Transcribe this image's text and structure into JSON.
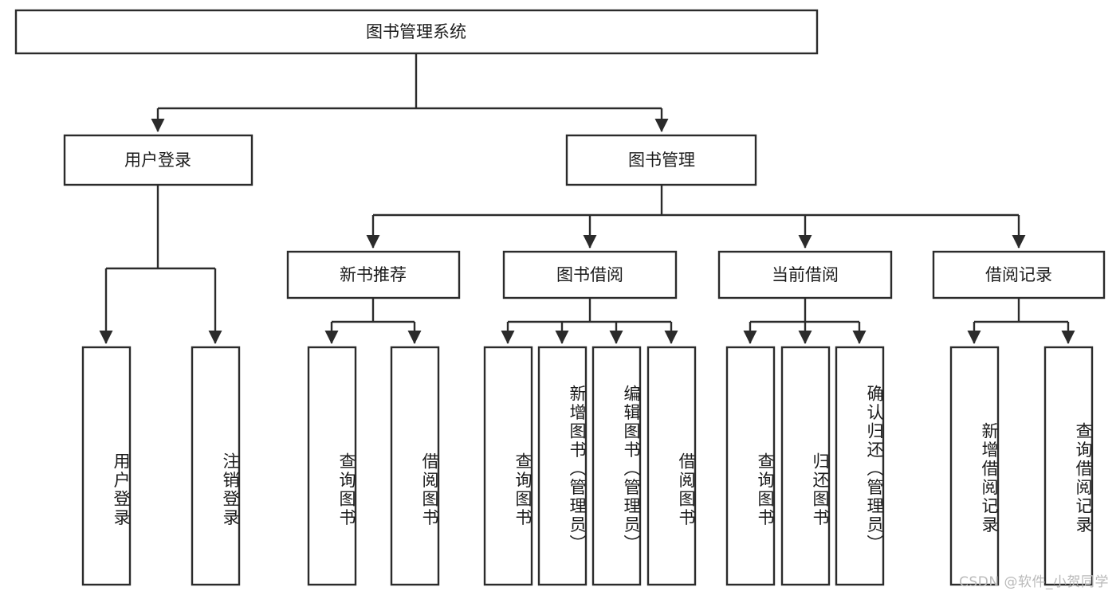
{
  "diagram": {
    "type": "tree-hierarchy",
    "title": "图书管理系统",
    "orientation": "top-down",
    "watermark": "CSDN @软件_小贺同学",
    "colors": {
      "stroke": "#2b2b2b",
      "fill": "#ffffff",
      "text": "#1b1b1b",
      "watermark": "#b9b9b9"
    },
    "root": {
      "id": "root",
      "label": "图书管理系统"
    },
    "level2": [
      {
        "id": "user-login",
        "label": "用户登录"
      },
      {
        "id": "book-manage",
        "label": "图书管理"
      }
    ],
    "level3": [
      {
        "id": "new-book-recommend",
        "label": "新书推荐",
        "parent": "book-manage"
      },
      {
        "id": "book-borrow",
        "label": "图书借阅",
        "parent": "book-manage"
      },
      {
        "id": "current-borrow",
        "label": "当前借阅",
        "parent": "book-manage"
      },
      {
        "id": "borrow-record",
        "label": "借阅记录",
        "parent": "book-manage"
      }
    ],
    "leaves": {
      "user-login": [
        {
          "id": "leaf-user-login",
          "label": "用户登录"
        },
        {
          "id": "leaf-logout",
          "label": "注销登录"
        }
      ],
      "new-book-recommend": [
        {
          "id": "leaf-query-book-1",
          "label": "查询图书"
        },
        {
          "id": "leaf-borrow-book-1",
          "label": "借阅图书"
        }
      ],
      "book-borrow": [
        {
          "id": "leaf-query-book-2",
          "label": "查询图书"
        },
        {
          "id": "leaf-add-book",
          "label": "新增图书（管理员）"
        },
        {
          "id": "leaf-edit-book",
          "label": "编辑图书（管理员）"
        },
        {
          "id": "leaf-borrow-book-2",
          "label": "借阅图书"
        }
      ],
      "current-borrow": [
        {
          "id": "leaf-query-book-3",
          "label": "查询图书"
        },
        {
          "id": "leaf-return-book",
          "label": "归还图书"
        },
        {
          "id": "leaf-confirm-return",
          "label": "确认归还（管理员）"
        }
      ],
      "borrow-record": [
        {
          "id": "leaf-add-record",
          "label": "新增借阅记录"
        },
        {
          "id": "leaf-query-record",
          "label": "查询借阅记录"
        }
      ]
    }
  }
}
